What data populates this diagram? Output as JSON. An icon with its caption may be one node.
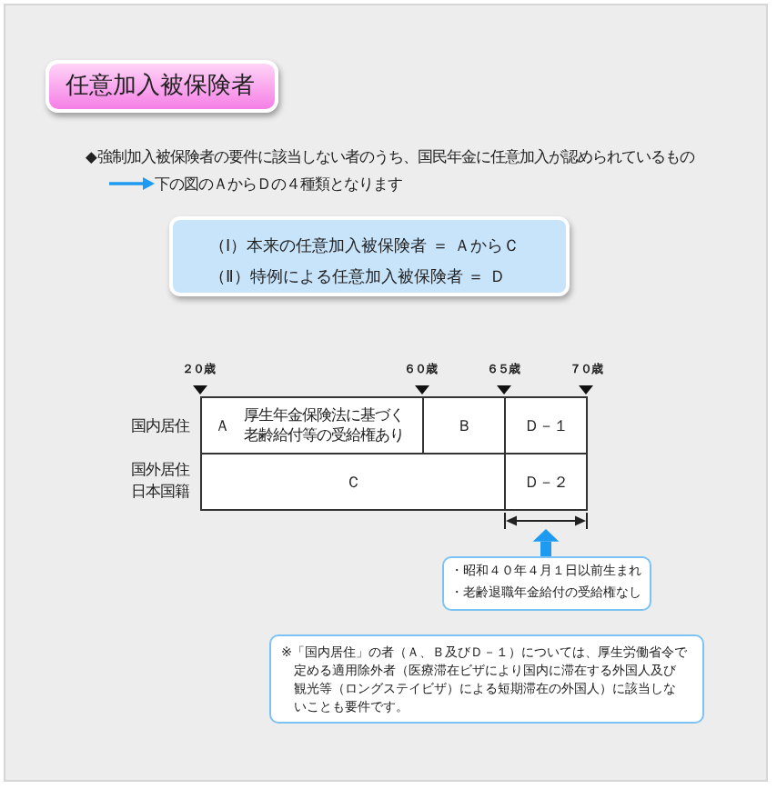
{
  "diagram": {
    "title": "任意加入被保険者",
    "nodes": [
      {
        "text": [
          "下の図のＡからＤの４種類となります"
        ]
      },
      {
        "text": [
          "（Ⅰ）本来の任意加入被保険者 ＝ ＡからＣ",
          "（Ⅱ）特例による任意加入被保険者 ＝ Ｄ"
        ]
      },
      {
        "text": [
          "Ａ",
          "厚生年金保険法に基づく老齢給付等の受給権あり"
        ]
      },
      {
        "text": [
          "Ｂ"
        ]
      },
      {
        "text": [
          "Ｄ－１"
        ]
      },
      {
        "text": [
          "Ｃ"
        ]
      },
      {
        "text": [
          "Ｄ－２"
        ]
      },
      {
        "text": [],
        "shape": "bracket"
      },
      {
        "text": [
          "・昭和４０年４月１日以前生まれ",
          "・老齢退職年金給付の受給権なし"
        ]
      },
      {
        "text": [
          "※「国内居住」の者（Ａ、Ｂ及びＤ－１）については、厚生労働省令で定める適用除外者（医療滞在ビザにより国内に滞在する外国人及び観光等（ロングステイビザ）による短期滞在の外国人）に該当しないことも要件です。"
        ]
      }
    ],
    "edges": [
      {
        "from": null,
        "to": 0,
        "arrow": "to"
      },
      {
        "from": 8,
        "to": 7,
        "arrow": "to",
        "style": "thick"
      }
    ],
    "labels": [
      "◆強制加入被保険者の要件に該当しない者のうち、国民年金に任意加入が認められているもの",
      "２０歳",
      "６０歳",
      "６５歳",
      "７０歳",
      "国内居住",
      "国外居住日本国籍"
    ]
  }
}
